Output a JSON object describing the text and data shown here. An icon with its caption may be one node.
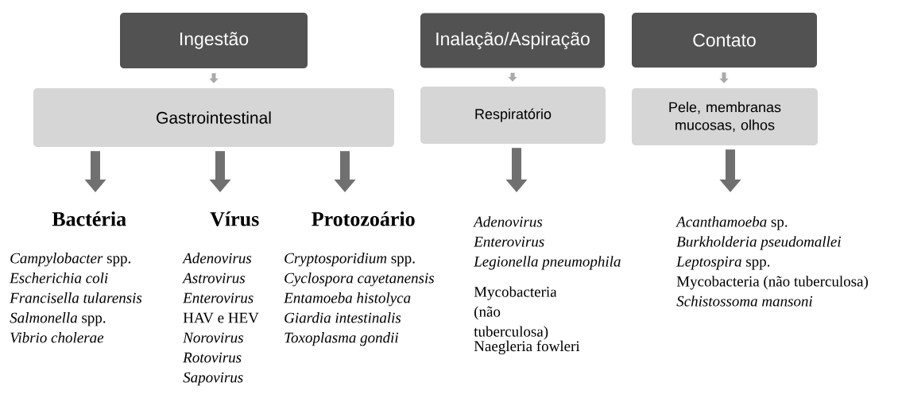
{
  "diagram": {
    "nodes": [
      {
        "text": [
          "Ingestão"
        ]
      },
      {
        "text": [
          "Inalação/Aspiração"
        ]
      },
      {
        "text": [
          "Contato"
        ]
      },
      {
        "text": [
          "Gastrointestinal"
        ]
      },
      {
        "text": [
          "Respiratório"
        ]
      },
      {
        "text": [
          "Pele, membranas mucosas, olhos"
        ]
      },
      {
        "text": [
          "Bactéria",
          "*Campylobacter* spp.",
          "Escherichia coli",
          "Francisella tularensis",
          "*Salmonella* spp.",
          "Vibrio cholerae"
        ]
      },
      {
        "text": [
          "Vírus",
          "Adenovirus",
          "Astrovirus",
          "Enterovirus",
          "HAV e HEV",
          "Norovirus",
          "Rotovirus",
          "Sapovirus"
        ]
      },
      {
        "text": [
          "Protozoário",
          "*Cryptosporidium* spp.",
          "Cyclospora cayetanensis",
          "Entamoeba histolyca",
          "Giardia intestinalis",
          "Toxoplasma gondii"
        ]
      },
      {
        "text": [
          "Adenovirus",
          "Enterovirus",
          "Legionella pneumophila",
          "Mycobacteria (não tuberculosa)",
          "Naegleria fowleri"
        ]
      },
      {
        "text": [
          "*Acanthamoeba* sp.",
          "Burkholderia pseudomallei",
          "*Leptospira* spp.",
          "Mycobacteria (não tuberculosa)",
          "Schistossoma mansoni"
        ]
      }
    ],
    "edges": [
      {
        "from": 0,
        "to": 3,
        "arrow": "to",
        "color": "#aaaaaa"
      },
      {
        "from": 1,
        "to": 4,
        "arrow": "to",
        "color": "#aaaaaa"
      },
      {
        "from": 2,
        "to": 5,
        "arrow": "to",
        "color": "#aaaaaa"
      },
      {
        "from": 3,
        "to": 6,
        "arrow": "to"
      },
      {
        "from": 3,
        "to": 7,
        "arrow": "to"
      },
      {
        "from": 3,
        "to": 8,
        "arrow": "to"
      },
      {
        "from": 4,
        "to": 9,
        "arrow": "to"
      },
      {
        "from": 5,
        "to": 10,
        "arrow": "to"
      }
    ]
  }
}
